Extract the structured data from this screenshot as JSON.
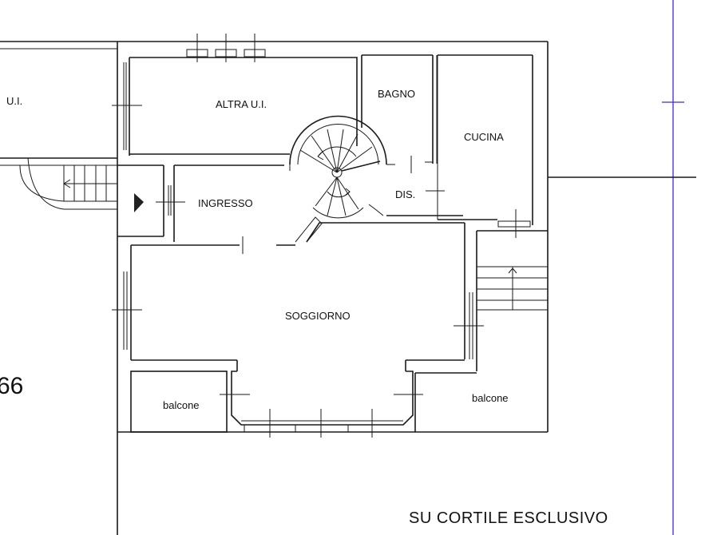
{
  "plan": {
    "rooms": [
      {
        "id": "ui",
        "label": "U.I."
      },
      {
        "id": "altra_ui",
        "label": "ALTRA U.I."
      },
      {
        "id": "bagno",
        "label": "BAGNO"
      },
      {
        "id": "cucina",
        "label": "CUCINA"
      },
      {
        "id": "ingresso",
        "label": "INGRESSO"
      },
      {
        "id": "dis",
        "label": "DIS."
      },
      {
        "id": "soggiorno",
        "label": "SOGGIORNO"
      },
      {
        "id": "balcone_left",
        "label": "balcone"
      },
      {
        "id": "balcone_right",
        "label": "balcone"
      }
    ],
    "side_number": "66",
    "footer_note": "SU CORTILE ESCLUSIVO"
  },
  "colors": {
    "walls": "#1a1a1a",
    "property_line": "#3b2bdc",
    "background": "#ffffff"
  }
}
